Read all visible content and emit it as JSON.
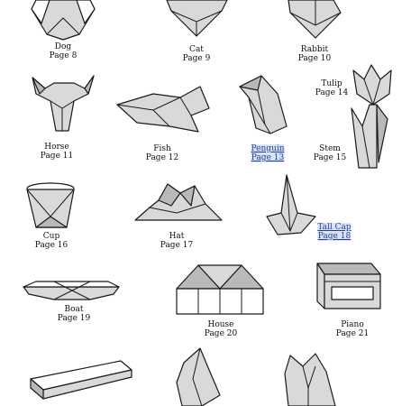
{
  "models": [
    {
      "id": "dog",
      "name": "Dog",
      "page": "Page 8",
      "link": false
    },
    {
      "id": "cat",
      "name": "Cat",
      "page": "Page 9",
      "link": false
    },
    {
      "id": "rabbit",
      "name": "Rabbit",
      "page": "Page 10",
      "link": false
    },
    {
      "id": "horse",
      "name": "Horse",
      "page": "Page 11",
      "link": false
    },
    {
      "id": "fish",
      "name": "Fish",
      "page": "Page 12",
      "link": false
    },
    {
      "id": "penguin",
      "name": "Penguin",
      "page": "Page 13",
      "link": true
    },
    {
      "id": "tulip",
      "name": "Tulip",
      "page": "Page 14",
      "link": false
    },
    {
      "id": "stem",
      "name": "Stem",
      "page": "Page 15",
      "link": false
    },
    {
      "id": "cup",
      "name": "Cup",
      "page": "Page 16",
      "link": false
    },
    {
      "id": "hat",
      "name": "Hat",
      "page": "Page 17",
      "link": false
    },
    {
      "id": "tall-cap",
      "name": "Tall Cap",
      "page": "Page 18",
      "link": true
    },
    {
      "id": "boat",
      "name": "Boat",
      "page": "Page 19",
      "link": false
    },
    {
      "id": "house",
      "name": "House",
      "page": "Page 20",
      "link": false
    },
    {
      "id": "piano",
      "name": "Piano",
      "page": "Page 21",
      "link": false
    }
  ]
}
